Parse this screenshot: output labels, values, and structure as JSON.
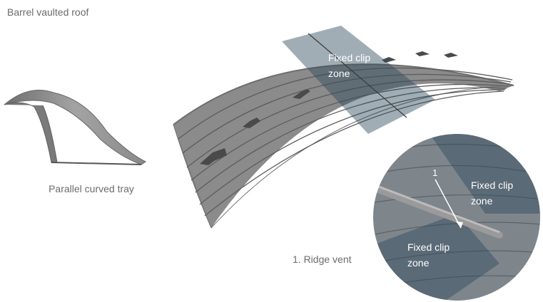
{
  "labels": {
    "title": "Barrel vaulted roof",
    "tray": "Parallel curved tray",
    "ridge_vent": "1. Ridge vent"
  },
  "zones": {
    "main": [
      "Fixed clip",
      "zone"
    ],
    "magnified_upper": [
      "Fixed clip",
      "zone"
    ],
    "magnified_lower": [
      "Fixed clip",
      "zone"
    ]
  },
  "callout_number": "1",
  "colors": {
    "roof": "#8b8b8b",
    "roof_edge": "#6e6e6e",
    "seam": "#5c5c5c",
    "zone_overlay": "#2f4a5c",
    "arrow": "#4a4a4a",
    "label_text": "#6b6b6b"
  }
}
